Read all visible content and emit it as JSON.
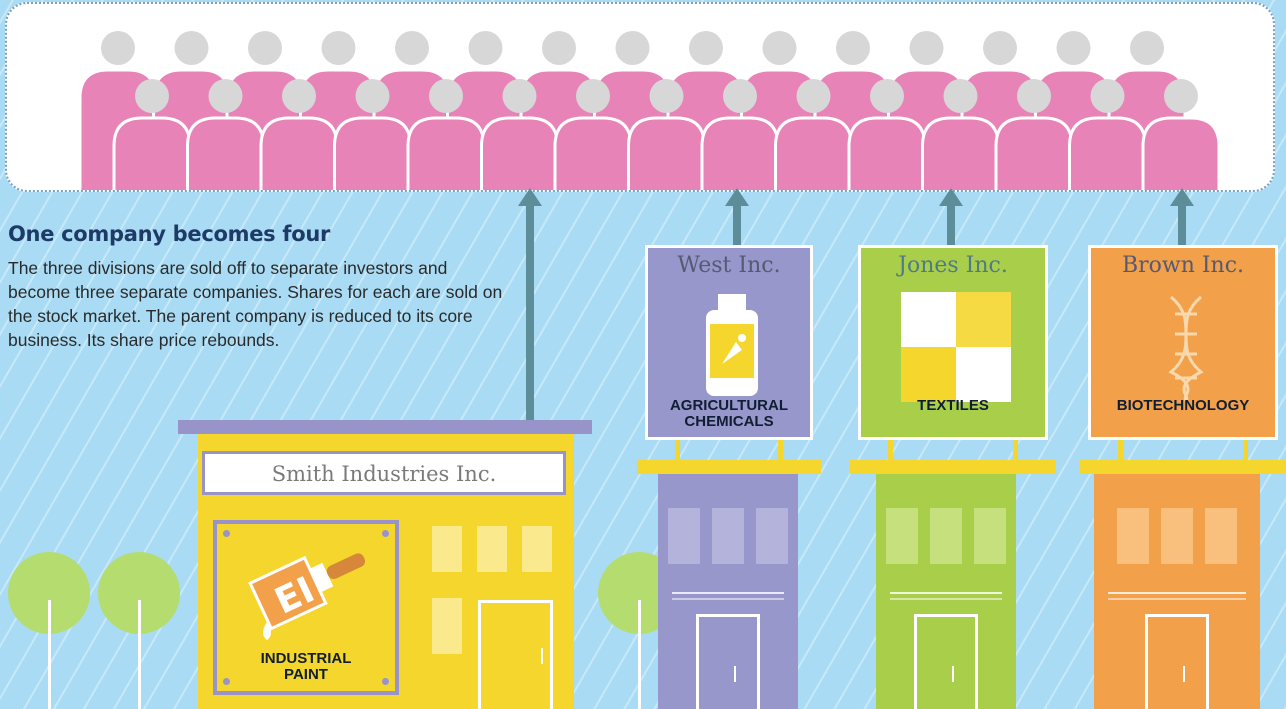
{
  "heading": "One company becomes four",
  "description": "The three divisions are sold off to separate investors and become three separate companies. Shares for each are sold on the stock market. The parent company is reduced to its core business. Its share price rebounds.",
  "parent_company": {
    "name": "Smith Industries Inc.",
    "division": "INDUSTRIAL PAINT"
  },
  "divisions": [
    {
      "name": "West Inc.",
      "label": "AGRICULTURAL CHEMICALS",
      "color": "#9897cb",
      "icon": "chemical-bottle-icon"
    },
    {
      "name": "Jones Inc.",
      "label": "TEXTILES",
      "color": "#a9cf4a",
      "icon": "fabric-swatch-icon"
    },
    {
      "name": "Brown Inc.",
      "label": "BIOTECHNOLOGY",
      "color": "#f3a04a",
      "icon": "dna-helix-icon"
    }
  ],
  "colors": {
    "sky": "#a9dcf4",
    "investor": "#e883b8",
    "investor_head": "#d7d7d7",
    "parent": "#f5d62c",
    "arrow": "#5d8d98"
  }
}
